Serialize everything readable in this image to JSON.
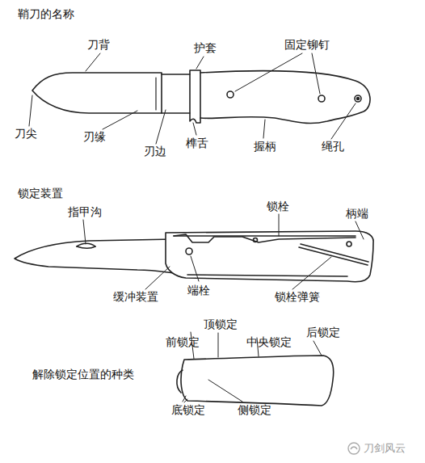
{
  "diagram": {
    "labels": [
      "鞘刀的名称",
      "刀背",
      "护套",
      "固定铆钉",
      "刀尖",
      "刃缘",
      "刃边",
      "榫舌",
      "握柄",
      "绳孔",
      "锁定装置",
      "指甲沟",
      "锁栓",
      "柄端",
      "缓冲装置",
      "端栓",
      "锁栓弹簧",
      "顶锁定",
      "前锁定",
      "中央锁定",
      "后锁定",
      "解除锁定位置的种类",
      "底锁定",
      "侧锁定",
      "刀剑风云"
    ]
  }
}
